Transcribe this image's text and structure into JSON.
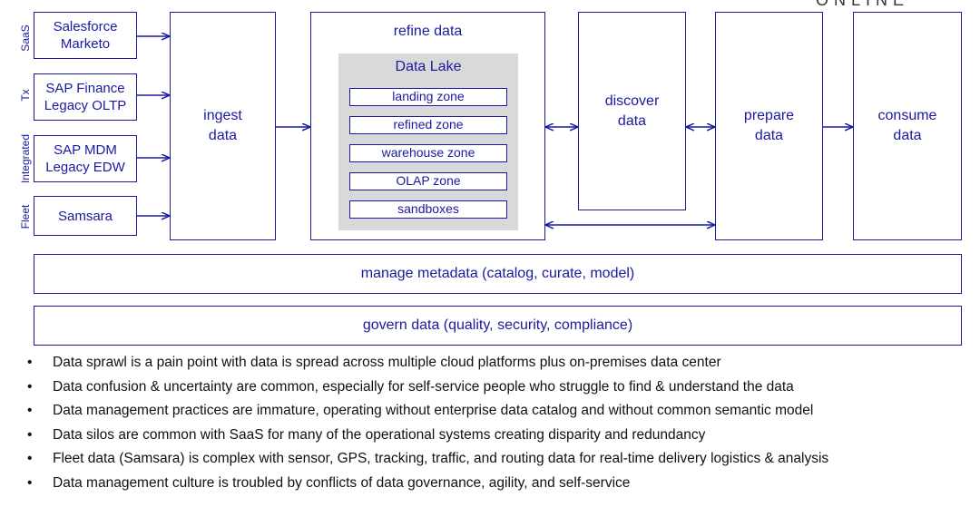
{
  "brand": {
    "wordmark": "ONLINE"
  },
  "source_categories": [
    {
      "label": "SaaS",
      "source": "Salesforce\nMarketo"
    },
    {
      "label": "Tx",
      "source": "SAP Finance\nLegacy OLTP"
    },
    {
      "label": "Integrated",
      "source": "SAP MDM\nLegacy EDW"
    },
    {
      "label": "Fleet",
      "source": "Samsara"
    }
  ],
  "stages": {
    "ingest": "ingest\ndata",
    "refine": "refine data",
    "discover": "discover\ndata",
    "prepare": "prepare\ndata",
    "consume": "consume\ndata"
  },
  "data_lake": {
    "title": "Data Lake",
    "zones": [
      "landing zone",
      "refined zone",
      "warehouse zone",
      "OLAP zone",
      "sandboxes"
    ]
  },
  "bars": {
    "metadata": "manage metadata (catalog, curate, model)",
    "govern": "govern data (quality, security, compliance)"
  },
  "bullet_symbol": "•",
  "bullets": [
    "Data sprawl is a pain point with data is spread across multiple cloud platforms plus on-premises data center",
    "Data confusion & uncertainty are common, especially for self-service people who struggle to find & understand the data",
    "Data management practices are immature, operating without enterprise data catalog and without common semantic model",
    "Data silos are common with SaaS for many of the operational systems creating disparity and redundancy",
    "Fleet data (Samsara) is complex with sensor, GPS, tracking, traffic, and routing data for real-time delivery logistics & analysis",
    "Data management culture is troubled by conflicts of data governance, agility, and self-service"
  ]
}
